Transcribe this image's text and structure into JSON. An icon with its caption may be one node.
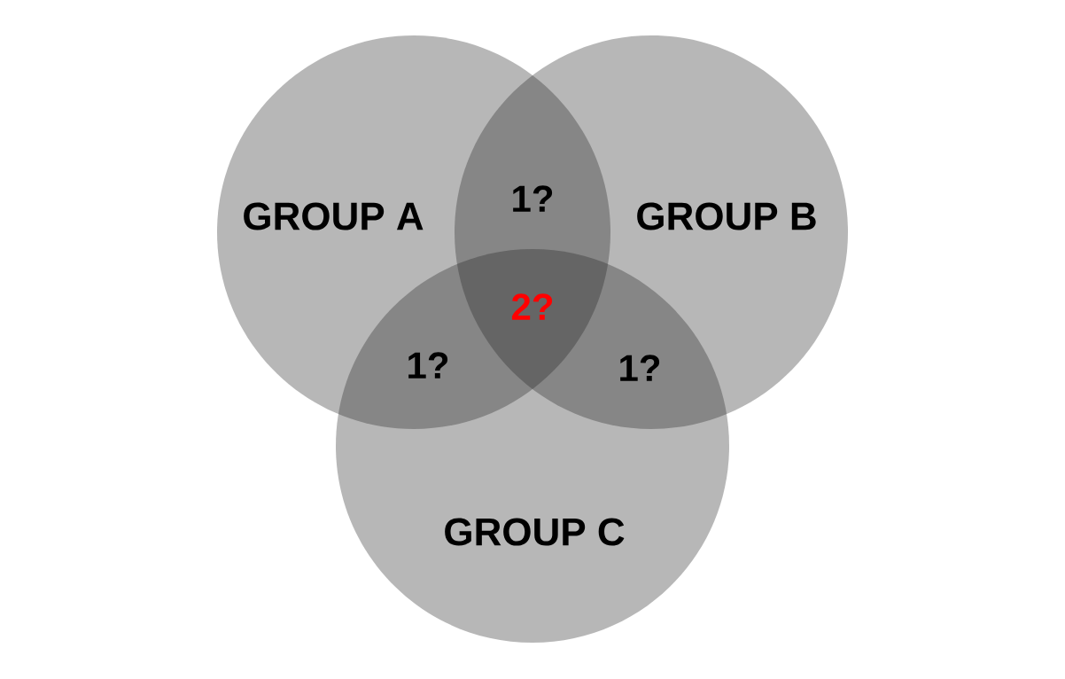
{
  "diagram": {
    "nodes": [
      {
        "text": [
          "GROUP A"
        ]
      },
      {
        "text": [
          "GROUP B"
        ]
      },
      {
        "text": [
          "GROUP C"
        ]
      }
    ],
    "labels": [
      "1?",
      "2?",
      "1?",
      "1?"
    ]
  }
}
